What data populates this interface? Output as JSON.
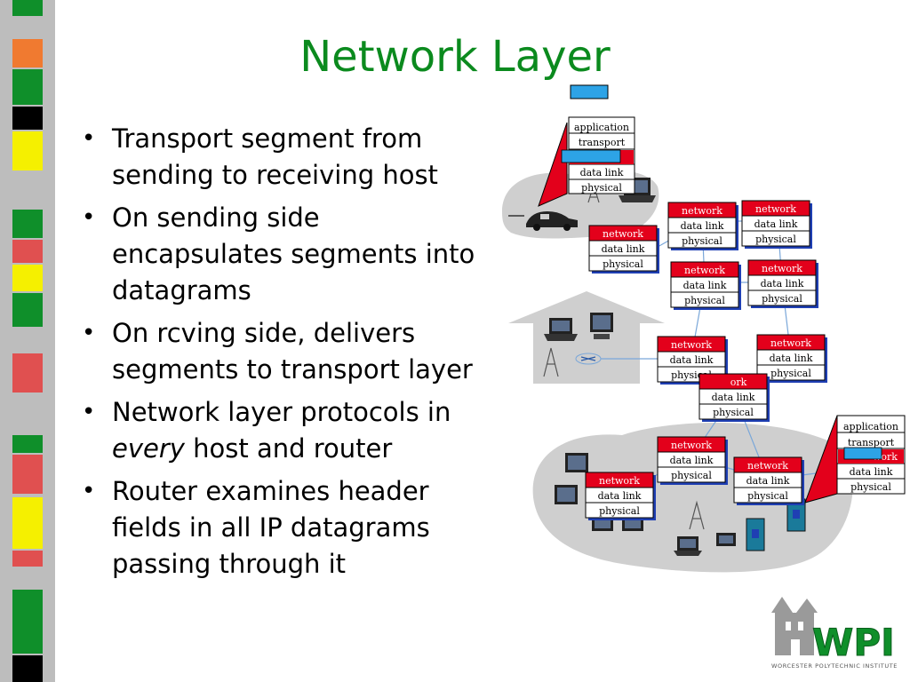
{
  "title": "Network Layer",
  "bullets": [
    "Transport segment from sending to receiving host",
    "On sending side encapsulates segments into datagrams",
    "On rcving side, delivers segments to transport layer",
    "Network layer protocols in every host and router",
    "Router examines header fields in all IP datagrams passing through it"
  ],
  "bullet_parts": {
    "b4_pre": "Network layer protocols in ",
    "b4_em": "every",
    "b4_post": " host and router"
  },
  "stack": {
    "application": "application",
    "transport": "transport",
    "network": "network",
    "data_link": "data link",
    "physical": "physical"
  },
  "partial_labels": {
    "work": "work",
    "ork": "ork"
  },
  "logo": {
    "text": "WPI",
    "subtitle": "WORCESTER POLYTECHNIC INSTITUTE"
  },
  "colors": {
    "title": "#0b8a1e",
    "router_header": "#e3001b",
    "router_shadow": "#1f3fb3",
    "network_cloud": "#cfcfcf",
    "packet": "#2da3e6"
  }
}
